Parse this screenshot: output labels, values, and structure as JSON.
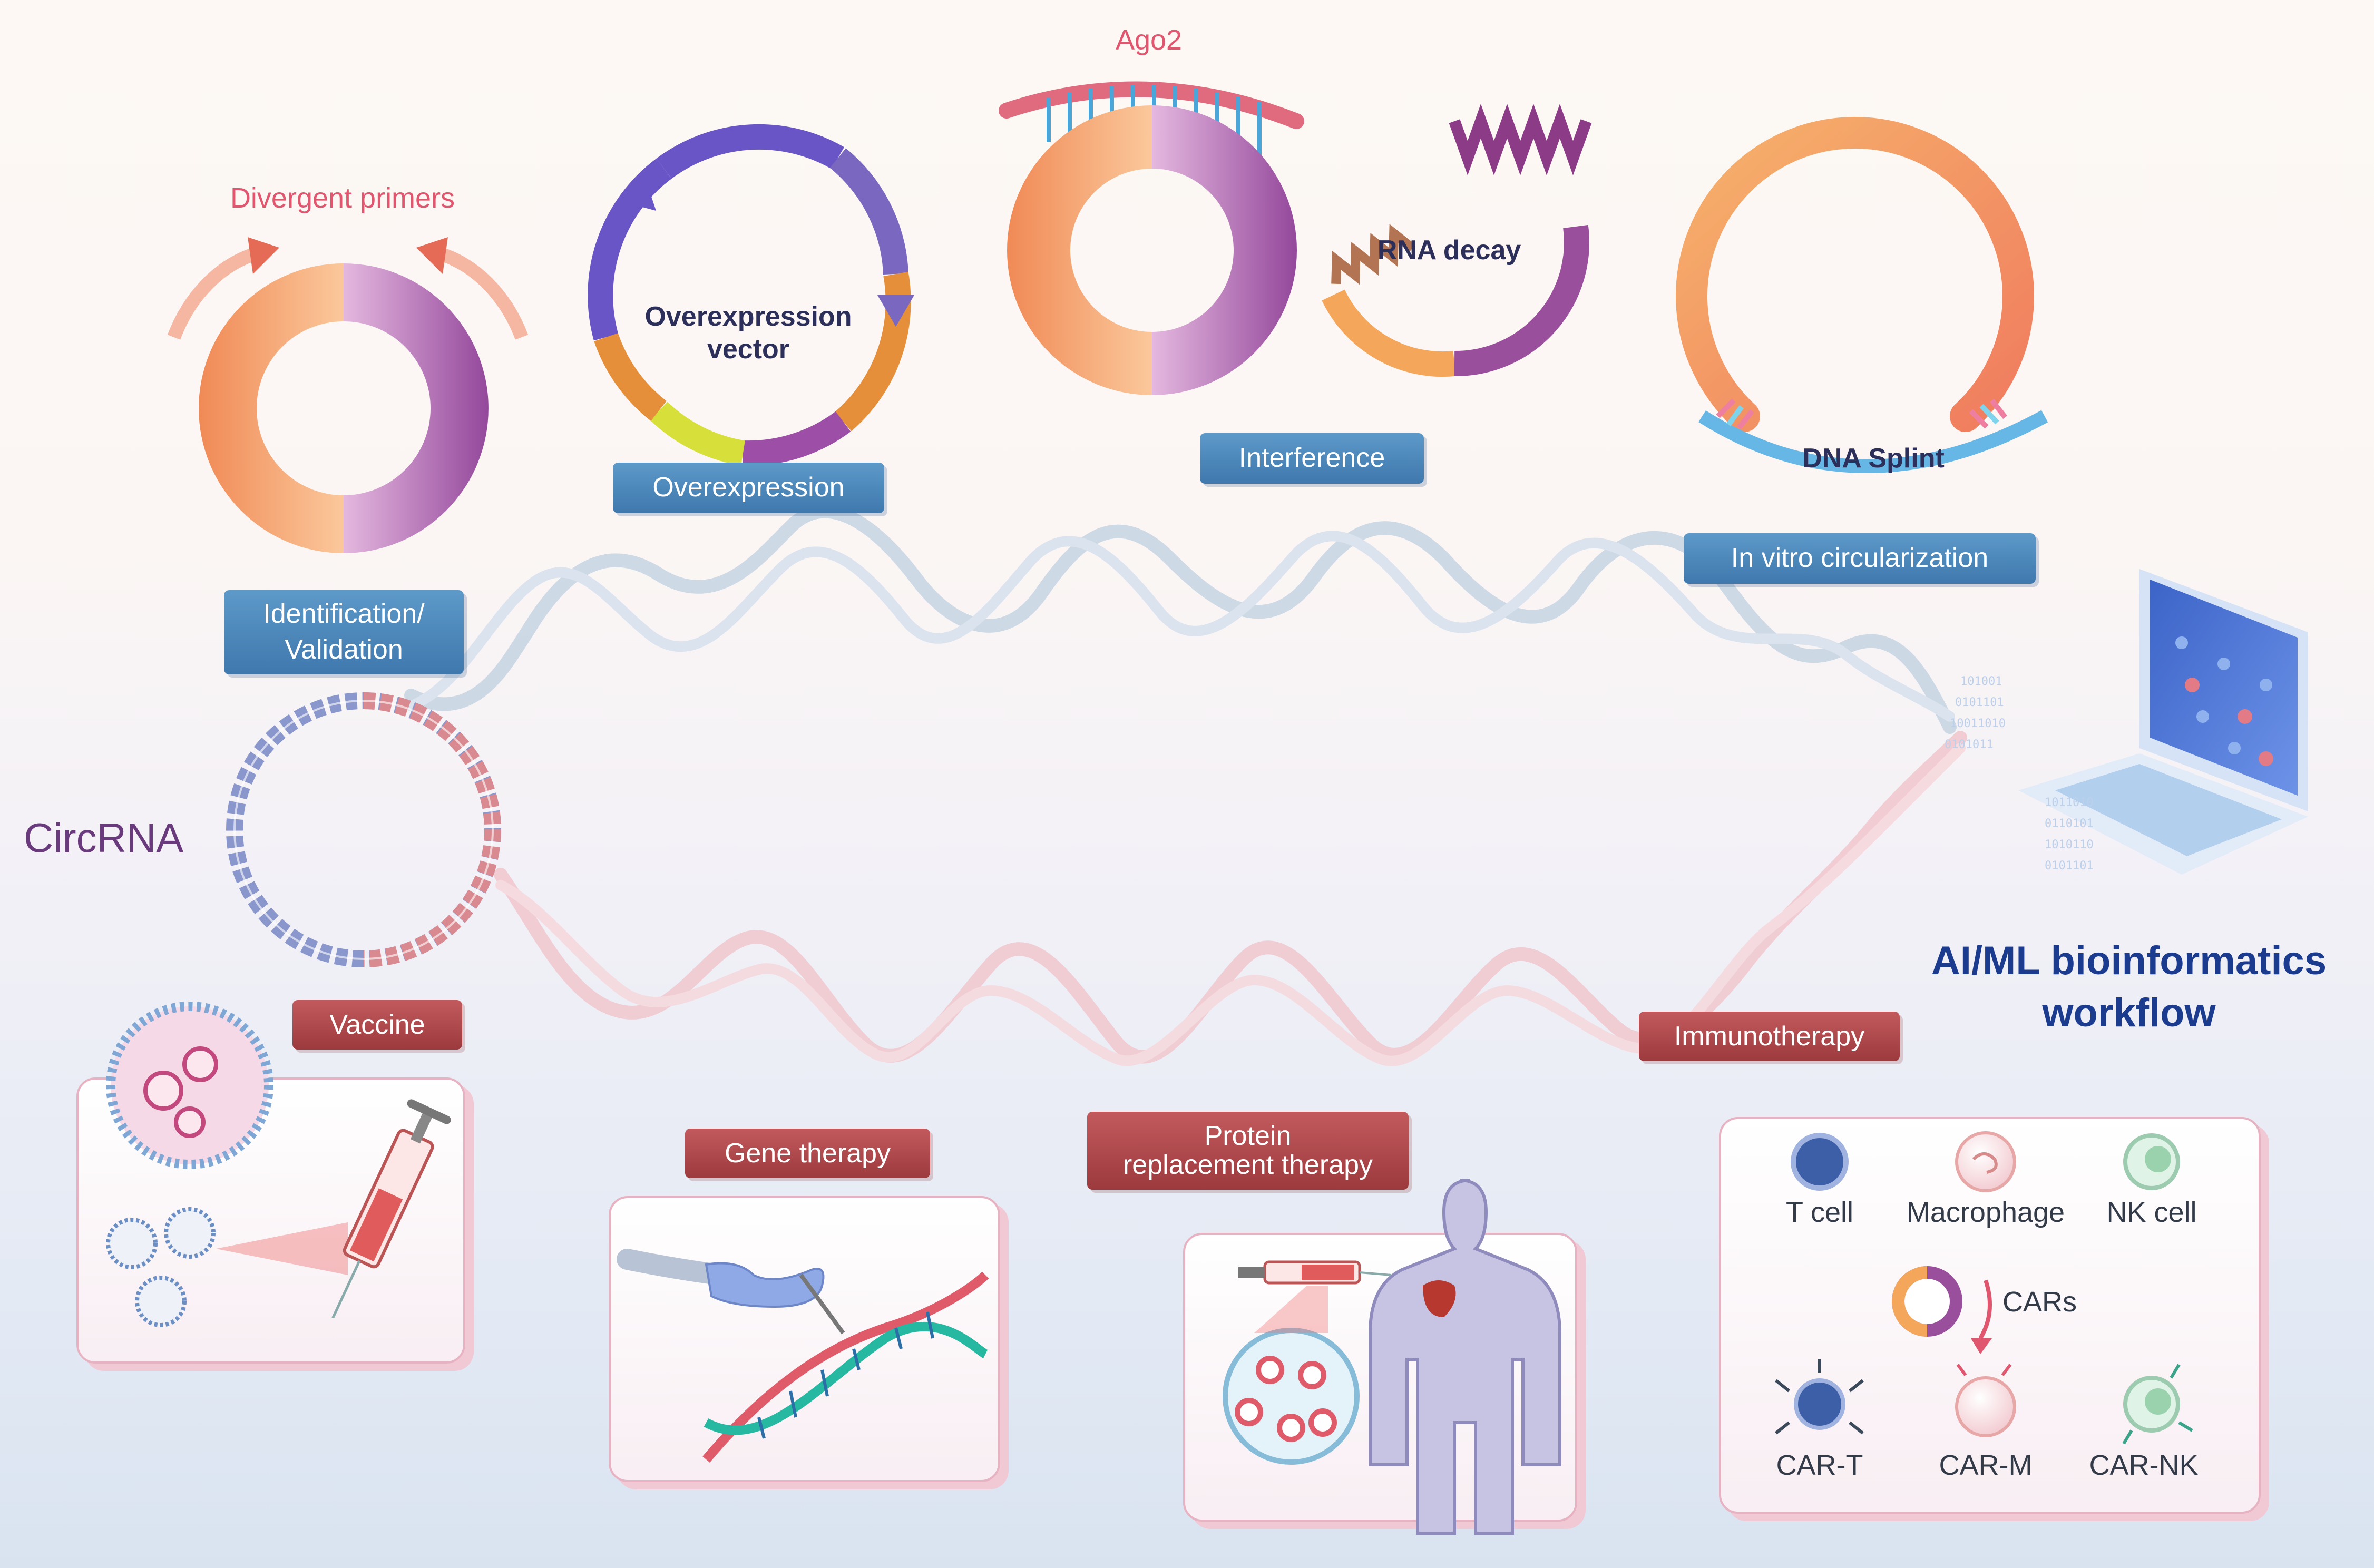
{
  "center": {
    "title": "CircRNA"
  },
  "top_applications": {
    "identification": {
      "label": "Identification/\nValidation",
      "annotation": "Divergent primers"
    },
    "overexpression": {
      "label": "Overexpression",
      "vector_label": "Overexpression\nvector"
    },
    "interference": {
      "label": "Interference",
      "protein_label": "Ago2",
      "decay_label": "RNA decay"
    },
    "circularization": {
      "label": "In vitro circularization",
      "splint_label": "DNA Splint"
    }
  },
  "ai_ml": {
    "title": "AI/ML bioinformatics\nworkflow"
  },
  "bottom_applications": {
    "vaccine": {
      "label": "Vaccine"
    },
    "gene_therapy": {
      "label": "Gene therapy"
    },
    "protein_replacement": {
      "label": "Protein\nreplacement therapy"
    },
    "immunotherapy": {
      "label": "Immunotherapy",
      "cells": [
        "T cell",
        "Macrophage",
        "NK cell"
      ],
      "car_label": "CARs",
      "car_cells": [
        "CAR-T",
        "CAR-M",
        "CAR-NK"
      ]
    }
  },
  "colors": {
    "blue_button": "#4a86bb",
    "red_button": "#a9474a",
    "circ_orange": "#f3a26a",
    "circ_purple": "#a35ca8",
    "title_purple": "#6a3b7c",
    "ai_blue": "#1b3b8f",
    "annotation_red": "#e0566e"
  }
}
